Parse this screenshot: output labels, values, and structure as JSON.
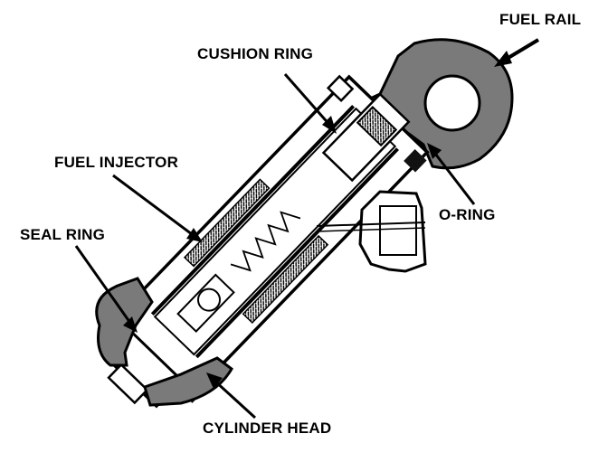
{
  "labels": {
    "fuel_rail": "FUEL RAIL",
    "cushion_ring": "CUSHION RING",
    "fuel_injector": "FUEL INJECTOR",
    "o_ring": "O-RING",
    "seal_ring": "SEAL RING",
    "cylinder_head": "CYLINDER HEAD"
  },
  "colors": {
    "ink": "#000000",
    "shade": "#7a7a7a",
    "paper": "#ffffff"
  }
}
